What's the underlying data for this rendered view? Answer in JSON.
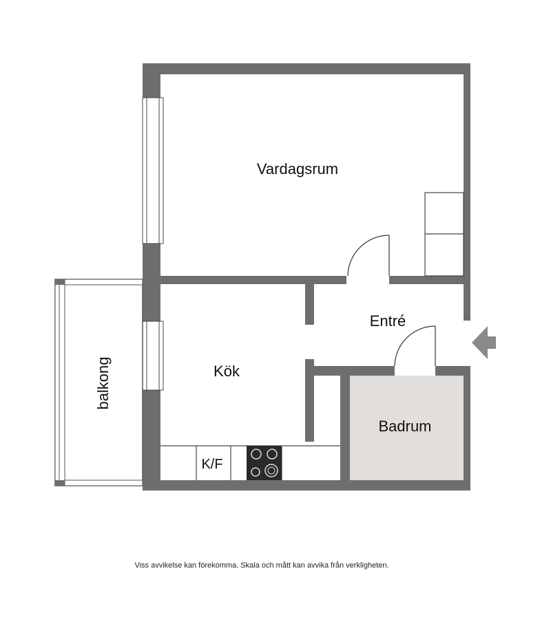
{
  "rooms": {
    "living": "Vardagsrum",
    "entry": "Entré",
    "kitchen": "Kök",
    "bathroom": "Badrum",
    "balcony": "balkong"
  },
  "fixtures": {
    "fridge_freezer": "K/F"
  },
  "disclaimer": "Viss avvikelse kan förekomma. Skala och mått kan avvika från verkligheten.",
  "colors": {
    "wall": "#6e6e6e",
    "bathroom_floor": "#e2dedb",
    "arrow": "#8a8a8a",
    "stove": "#2a2a2a"
  },
  "icons": {
    "entrance": "entrance-arrow-icon",
    "stove": "stove-icon"
  }
}
